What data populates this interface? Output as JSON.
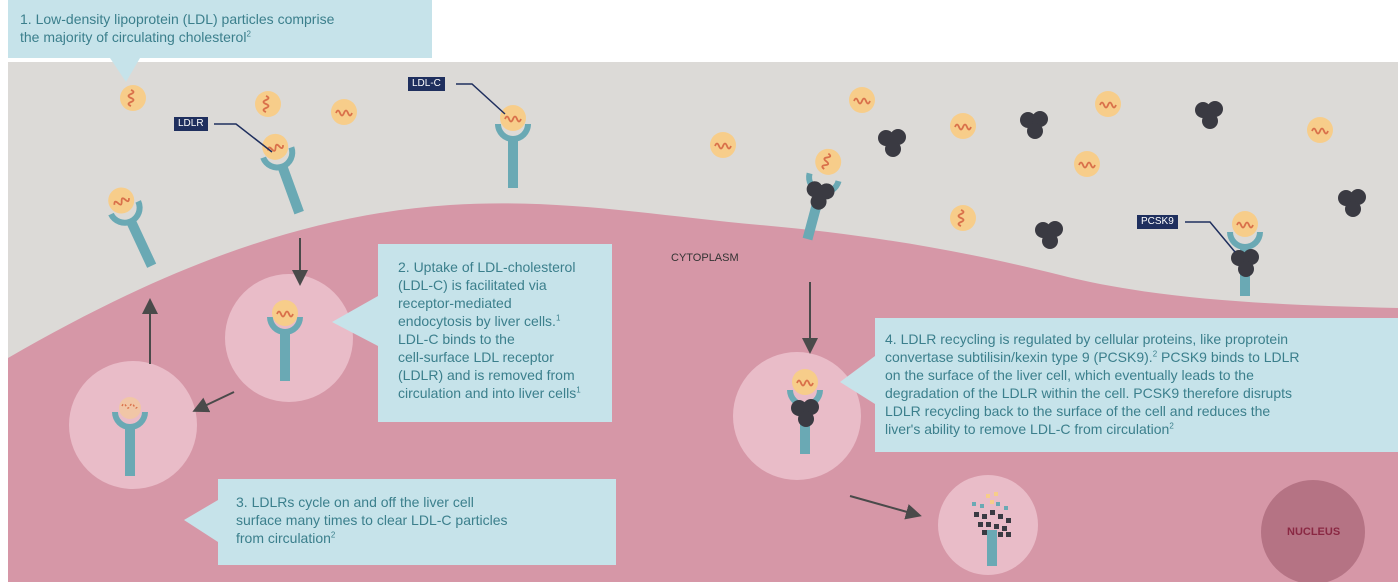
{
  "callouts": {
    "c1": {
      "line1": "1. Low-density lipoprotein (LDL) particles comprise",
      "line2": "the majority of circulating cholesterol",
      "sup2": "2"
    },
    "c2": {
      "line1": "2. Uptake of LDL-cholesterol",
      "line2": "(LDL-C) is facilitated via",
      "line3": "receptor-mediated",
      "line4": "endocytosis by liver cells.",
      "sup4": "1",
      "line5": "LDL-C binds to the",
      "line6": "cell-surface LDL receptor",
      "line7": "(LDLR) and is removed from",
      "line8": "circulation and into liver cells",
      "sup8": "1"
    },
    "c3": {
      "line1": "3. LDLRs cycle on and off the liver cell",
      "line2": "surface many times to clear LDL-C particles",
      "line3": "from circulation",
      "sup3": "2"
    },
    "c4": {
      "line1": "4. LDLR recycling is regulated by cellular proteins, like proprotein",
      "line2a": "convertase subtilisin/kexin type 9 (PCSK9).",
      "sup2": "2",
      "line2b": " PCSK9 binds to LDLR",
      "line3": "on the surface of the liver cell, which eventually leads to the",
      "line4": "degradation of the LDLR within the cell. PCSK9 therefore disrupts",
      "line5": "LDLR recycling back to the surface of the cell and reduces the",
      "line6": "liver's ability to remove LDL-C from circulation",
      "sup6": "2"
    }
  },
  "tags": {
    "ldlr": "LDLR",
    "ldlc": "LDL-C",
    "pcsk9": "PCSK9"
  },
  "labels": {
    "cytoplasm": "CYTOPLASM",
    "nucleus": "NUCLEUS"
  },
  "colors": {
    "background": "#ffffff",
    "extracellular": "#dcdad7",
    "cell": "#d697a7",
    "vesicle": "#e9bcc8",
    "nucleus": "#b57384",
    "receptor": "#6aa9b4",
    "ldl": "#f7cd8a",
    "ldl_squiggle": "#d9704a",
    "pcsk9": "#3a3a42",
    "callout_bg": "#c6e3ea",
    "callout_text": "#3b7f8c",
    "tag_bg": "#1f2f5e"
  }
}
